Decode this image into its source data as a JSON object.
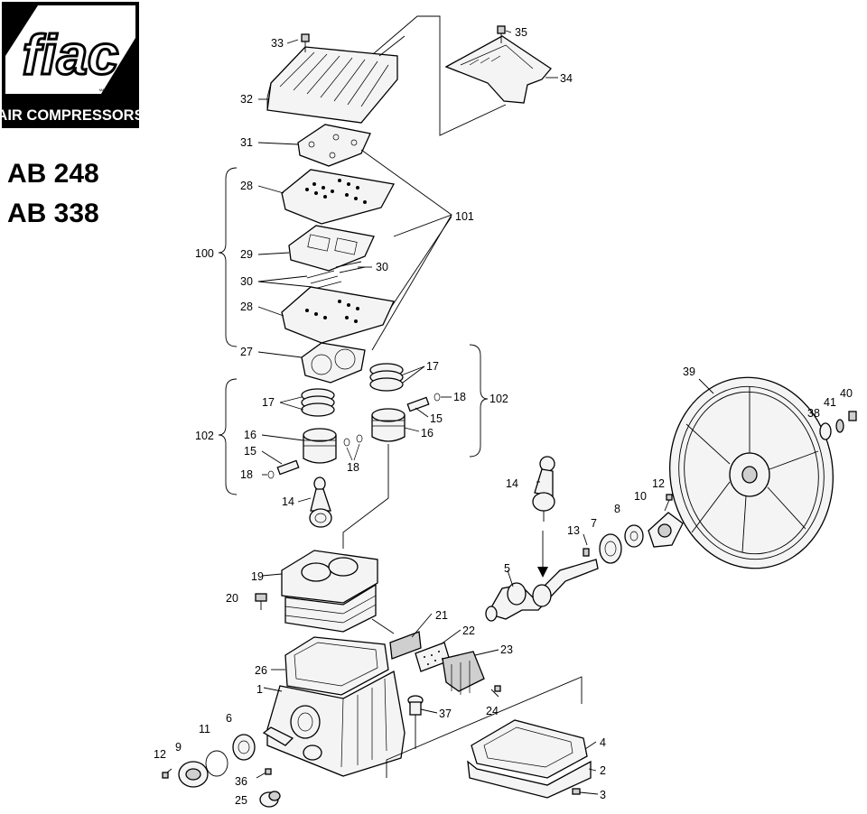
{
  "brand": {
    "name": "fiac",
    "made_in": "MADE IN ITALY",
    "tagline": "AIR COMPRESSORS"
  },
  "models": [
    "AB 248",
    "AB 338"
  ],
  "callouts": [
    {
      "id": "c33",
      "label": "33"
    },
    {
      "id": "c32",
      "label": "32"
    },
    {
      "id": "c35",
      "label": "35"
    },
    {
      "id": "c34",
      "label": "34"
    },
    {
      "id": "c31",
      "label": "31"
    },
    {
      "id": "c28a",
      "label": "28"
    },
    {
      "id": "c101",
      "label": "101"
    },
    {
      "id": "c100",
      "label": "100"
    },
    {
      "id": "c29",
      "label": "29"
    },
    {
      "id": "c30a",
      "label": "30"
    },
    {
      "id": "c30b",
      "label": "30"
    },
    {
      "id": "c28b",
      "label": "28"
    },
    {
      "id": "c27",
      "label": "27"
    },
    {
      "id": "c17a",
      "label": "17"
    },
    {
      "id": "c17b",
      "label": "17"
    },
    {
      "id": "c18a",
      "label": "18"
    },
    {
      "id": "c102a",
      "label": "102"
    },
    {
      "id": "c102b",
      "label": "102"
    },
    {
      "id": "c15a",
      "label": "15"
    },
    {
      "id": "c16a",
      "label": "16"
    },
    {
      "id": "c16b",
      "label": "16"
    },
    {
      "id": "c15b",
      "label": "15"
    },
    {
      "id": "c18b",
      "label": "18"
    },
    {
      "id": "c18c",
      "label": "18"
    },
    {
      "id": "c14a",
      "label": "14"
    },
    {
      "id": "c39",
      "label": "39"
    },
    {
      "id": "c40",
      "label": "40"
    },
    {
      "id": "c41",
      "label": "41"
    },
    {
      "id": "c38",
      "label": "38"
    },
    {
      "id": "c14b",
      "label": "14"
    },
    {
      "id": "c12a",
      "label": "12"
    },
    {
      "id": "c10",
      "label": "10"
    },
    {
      "id": "c8",
      "label": "8"
    },
    {
      "id": "c7",
      "label": "7"
    },
    {
      "id": "c13",
      "label": "13"
    },
    {
      "id": "c5",
      "label": "5"
    },
    {
      "id": "c19",
      "label": "19"
    },
    {
      "id": "c20",
      "label": "20"
    },
    {
      "id": "c21",
      "label": "21"
    },
    {
      "id": "c22",
      "label": "22"
    },
    {
      "id": "c23",
      "label": "23"
    },
    {
      "id": "c26",
      "label": "26"
    },
    {
      "id": "c1",
      "label": "1"
    },
    {
      "id": "c37",
      "label": "37"
    },
    {
      "id": "c24",
      "label": "24"
    },
    {
      "id": "c4",
      "label": "4"
    },
    {
      "id": "c6",
      "label": "6"
    },
    {
      "id": "c11",
      "label": "11"
    },
    {
      "id": "c9",
      "label": "9"
    },
    {
      "id": "c12b",
      "label": "12"
    },
    {
      "id": "c2",
      "label": "2"
    },
    {
      "id": "c36",
      "label": "36"
    },
    {
      "id": "c3",
      "label": "3"
    },
    {
      "id": "c25",
      "label": "25"
    }
  ]
}
